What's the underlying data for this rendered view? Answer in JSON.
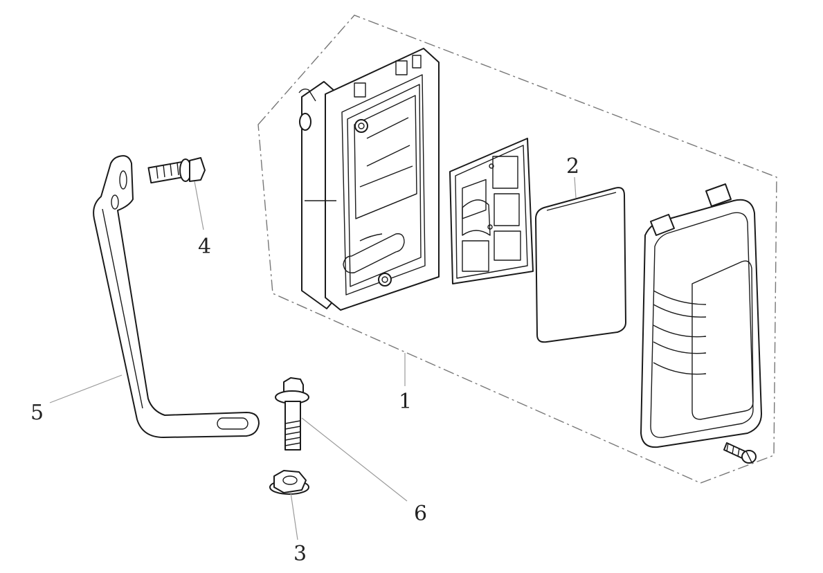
{
  "diagram": {
    "labels": {
      "p1": "1",
      "p2": "2",
      "p3": "3",
      "p4": "4",
      "p5": "5",
      "p6": "6"
    },
    "colors": {
      "line": "#1a1a1a",
      "leader": "#9a9a9a",
      "background": "#ffffff"
    }
  }
}
